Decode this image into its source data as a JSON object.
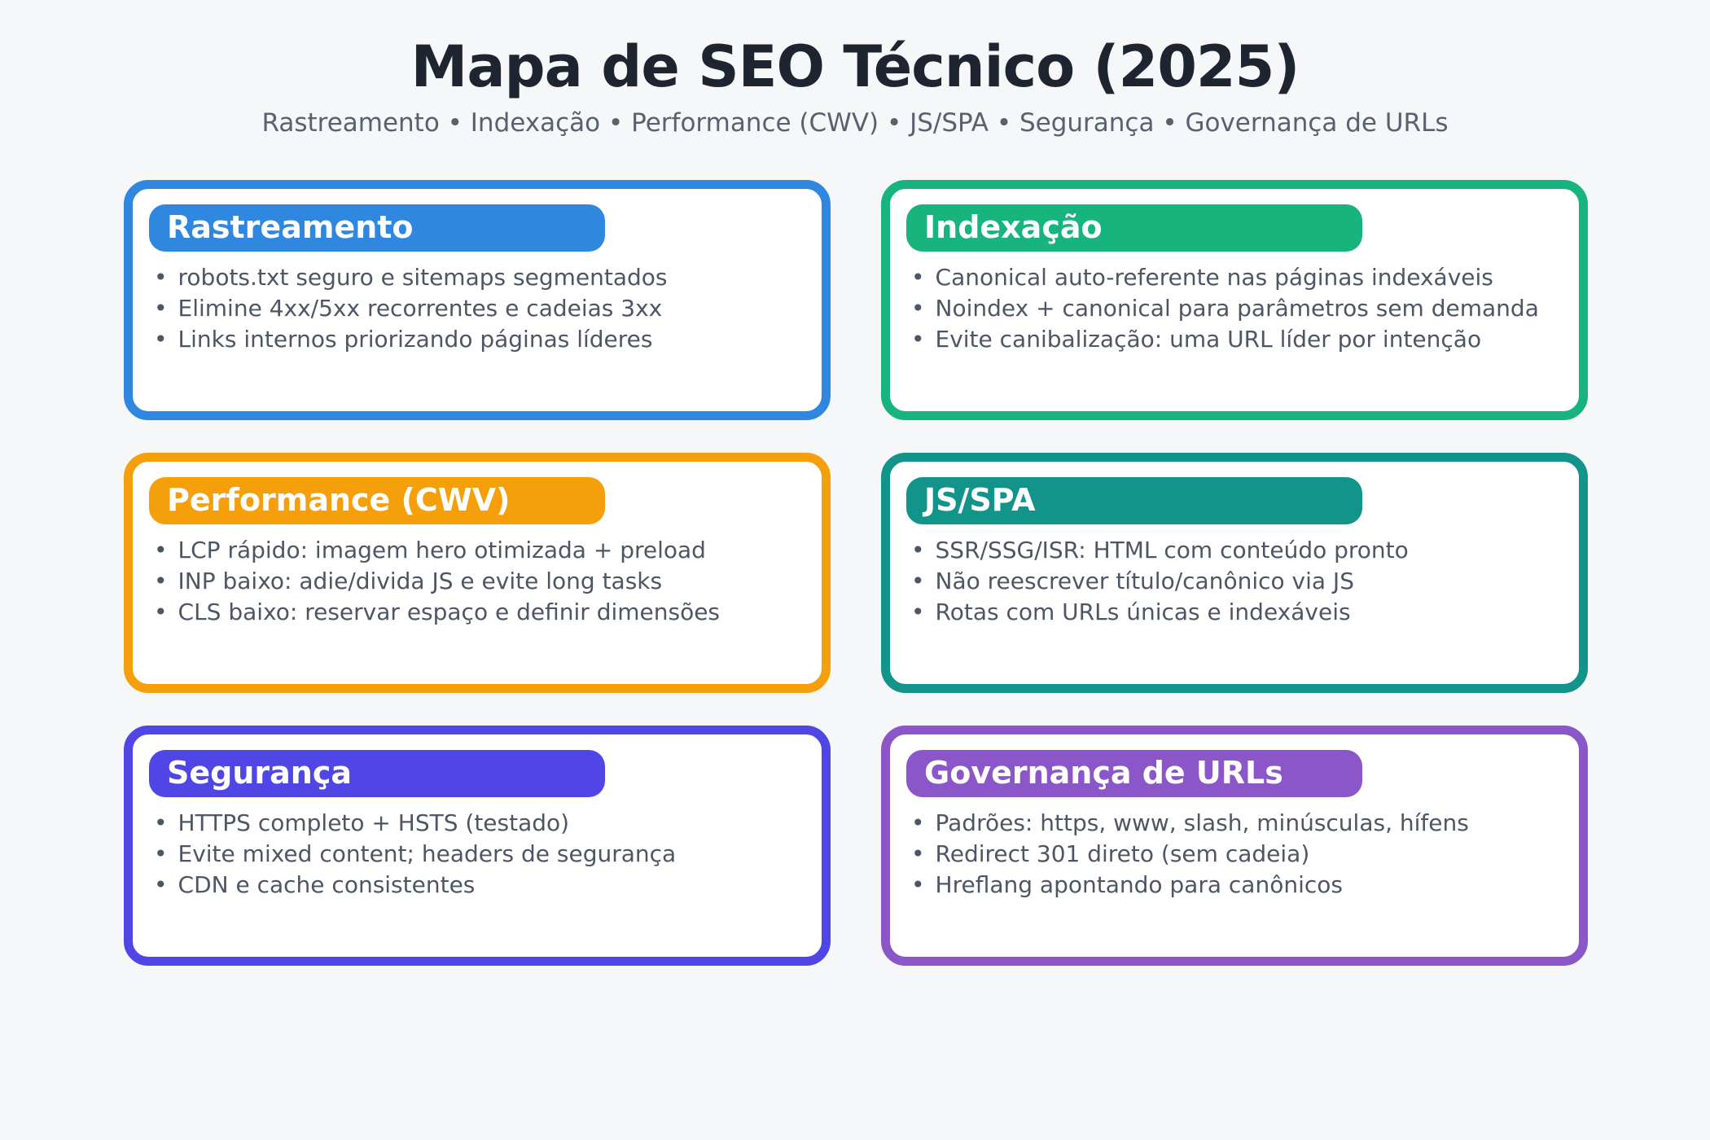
{
  "page": {
    "title": "Mapa de SEO Técnico (2025)",
    "subtitle": "Rastreamento • Indexação • Performance (CWV) • JS/SPA • Segurança • Governança de URLs"
  },
  "colors": {
    "background": "#f6f7f9",
    "title_text": "#1e2430",
    "subtitle_text": "#59616f",
    "bullet_text": "#4d5664",
    "card_background": "#ffffff"
  },
  "cards": [
    {
      "title": "Rastreamento",
      "color": "#2f87e0",
      "bullets": [
        "robots.txt seguro e sitemaps segmentados",
        "Elimine 4xx/5xx recorrentes e cadeias 3xx",
        "Links internos priorizando páginas líderes"
      ]
    },
    {
      "title": "Indexação",
      "color": "#17b47e",
      "bullets": [
        "Canonical auto-referente nas páginas indexáveis",
        "Noindex + canonical para parâmetros sem demanda",
        "Evite canibalização: uma URL líder por intenção"
      ]
    },
    {
      "title": "Performance (CWV)",
      "color": "#f59f0b",
      "bullets": [
        "LCP rápido: imagem hero otimizada + preload",
        "INP baixo: adie/divida JS e evite long tasks",
        "CLS baixo: reservar espaço e definir dimensões"
      ]
    },
    {
      "title": "JS/SPA",
      "color": "#12948a",
      "bullets": [
        "SSR/SSG/ISR: HTML com conteúdo pronto",
        "Não reescrever título/canônico via JS",
        "Rotas com URLs únicas e indexáveis"
      ]
    },
    {
      "title": "Segurança",
      "color": "#4f46e5",
      "bullets": [
        "HTTPS completo + HSTS (testado)",
        "Evite mixed content; headers de segurança",
        "CDN e cache consistentes"
      ]
    },
    {
      "title": "Governança de URLs",
      "color": "#8a56c8",
      "bullets": [
        "Padrões: https, www, slash, minúsculas, hífens",
        "Redirect 301 direto (sem cadeia)",
        "Hreflang apontando para canônicos"
      ]
    }
  ]
}
